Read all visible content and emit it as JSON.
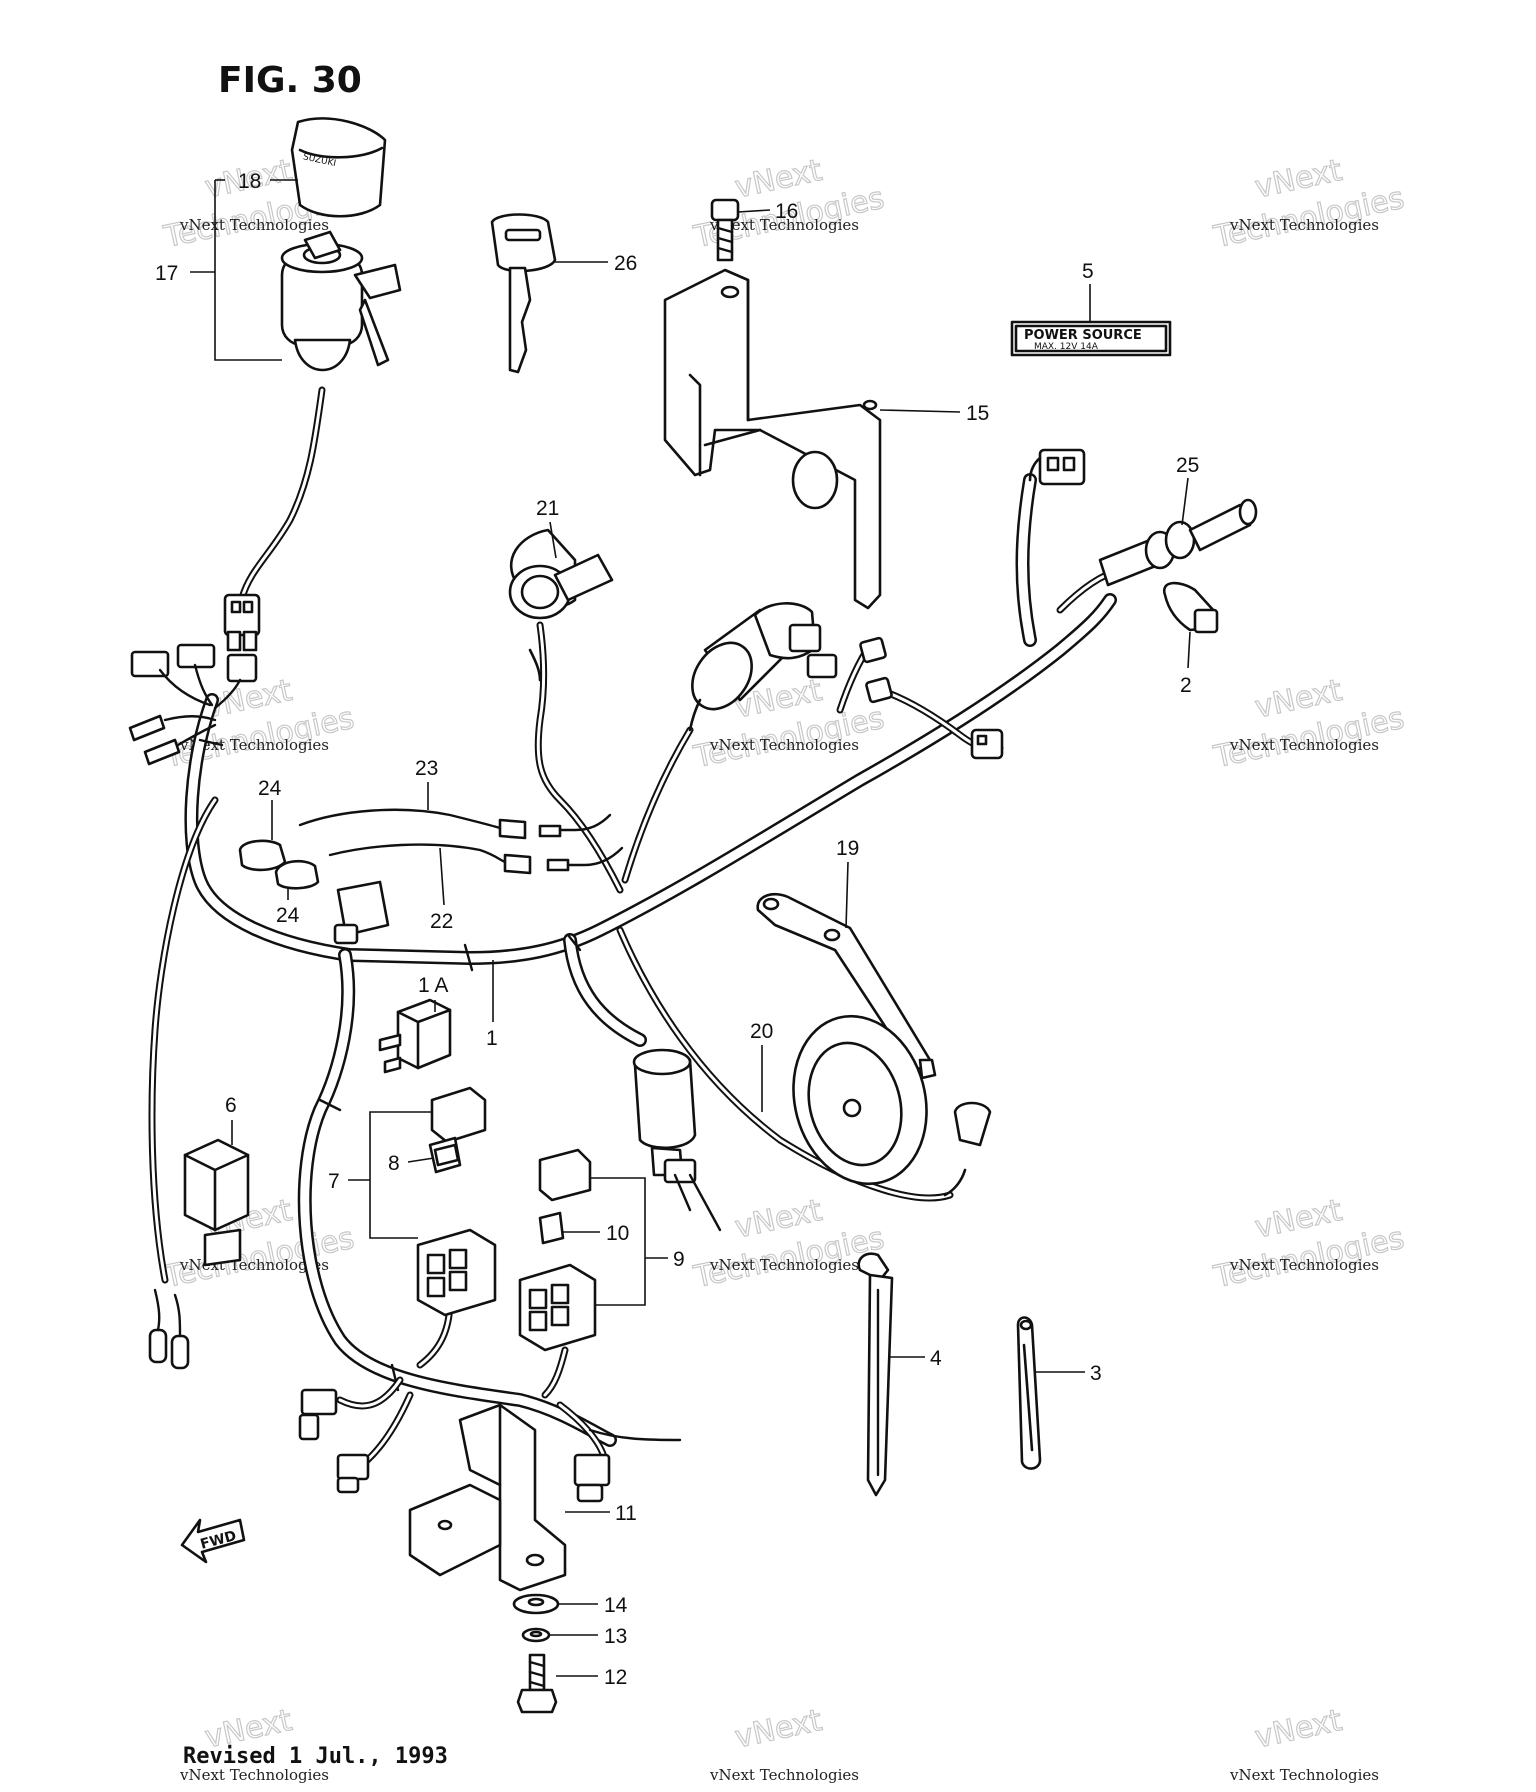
{
  "figure": {
    "title": "FIG. 30",
    "revised_note": "Revised 1 Jul., 1993"
  },
  "decal": {
    "line1": "POWER  SOURCE",
    "line2": "MAX.   12V 14A"
  },
  "key_head_text": "SUZUKI",
  "direction_arrow": "FWD",
  "watermark": {
    "line1": "vNext Technologies",
    "line2": "Technologies",
    "line3": "vNext"
  },
  "callouts": {
    "c1": "1",
    "c1a": "1 A",
    "c2": "2",
    "c3": "3",
    "c4": "4",
    "c5": "5",
    "c6": "6",
    "c7": "7",
    "c8": "8",
    "c9": "9",
    "c10": "10",
    "c11": "11",
    "c12": "12",
    "c13": "13",
    "c14": "14",
    "c15": "15",
    "c16": "16",
    "c17": "17",
    "c18": "18",
    "c19": "19",
    "c20": "20",
    "c21": "21",
    "c22": "22",
    "c23": "23",
    "c24a": "24",
    "c24b": "24",
    "c25": "25",
    "c26": "26"
  }
}
